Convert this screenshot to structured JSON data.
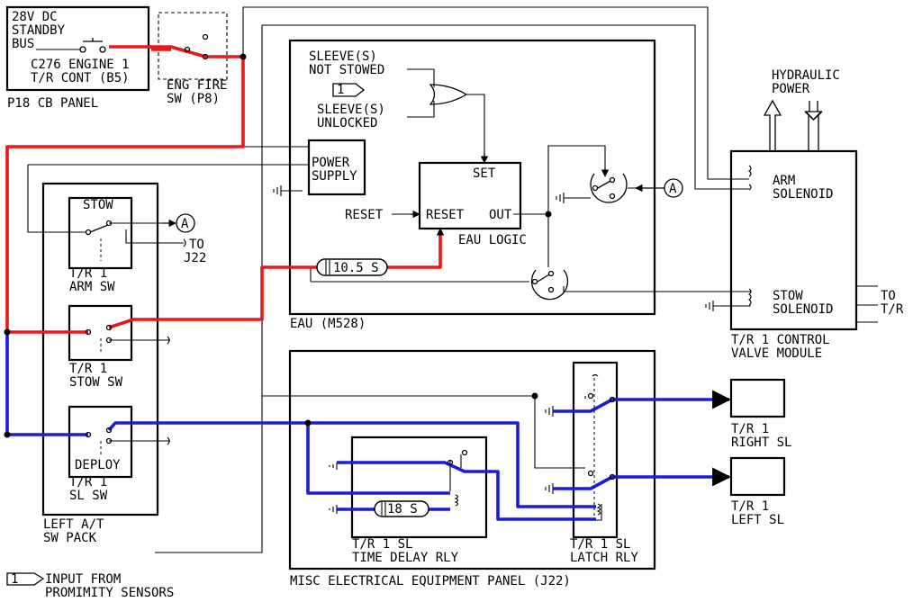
{
  "cb_panel": {
    "lines": [
      "28V DC",
      "STANDBY",
      "BUS"
    ],
    "breaker_line1": "C276 ENGINE 1",
    "breaker_line2": "T/R CONT (B5)",
    "panel": "P18 CB PANEL"
  },
  "fire_sw": {
    "line1": "ENG FIRE",
    "line2": "SW (P8)"
  },
  "eau": {
    "sleeve_not_stowed": [
      "SLEEVE(S)",
      "NOT STOWED"
    ],
    "sleeve_unlocked": [
      "SLEEVE(S)",
      "UNLOCKED"
    ],
    "flag_number": "1",
    "power_supply": [
      "POWER",
      "SUPPLY"
    ],
    "logic_set": "SET",
    "logic_reset_in": "RESET",
    "logic_out": "OUT",
    "reset_label": "RESET",
    "logic_name": "EAU LOGIC",
    "timer": "10.5 S",
    "name": "EAU (M528)"
  },
  "connector_a": "A",
  "to_j22": [
    "TO",
    "J22"
  ],
  "hydraulic": [
    "HYDRAULIC",
    "POWER"
  ],
  "valve_module": {
    "arm": [
      "ARM",
      "SOLENOID"
    ],
    "stow": [
      "STOW",
      "SOLENOID"
    ],
    "to_tr": [
      "TO",
      "T/R"
    ],
    "name": [
      "T/R 1 CONTROL",
      "VALVE MODULE"
    ]
  },
  "sw_pack": {
    "stow_label": "STOW",
    "arm_sw": [
      "T/R 1",
      "ARM SW"
    ],
    "stow_sw": [
      "T/R 1",
      "STOW SW"
    ],
    "deploy_label": "DEPLOY",
    "sl_sw": [
      "T/R 1",
      "SL SW"
    ],
    "name": [
      "LEFT A/T",
      "SW PACK"
    ]
  },
  "misc_panel": {
    "timer": "18 S",
    "time_delay": [
      "T/R 1 SL",
      "TIME DELAY RLY"
    ],
    "latch": [
      "T/R 1 SL",
      "LATCH RLY"
    ],
    "name": "MISC ELECTRICAL EQUIPMENT PANEL (J22)"
  },
  "lights": {
    "right": [
      "T/R 1",
      "RIGHT SL"
    ],
    "left": [
      "T/R 1",
      "LEFT SL"
    ]
  },
  "legend": {
    "number": "1",
    "text": [
      "INPUT FROM",
      "PROMIMITY SENSORS"
    ]
  },
  "colors": {
    "power_path": "#e8181b",
    "sl_path": "#1b1bd9"
  }
}
